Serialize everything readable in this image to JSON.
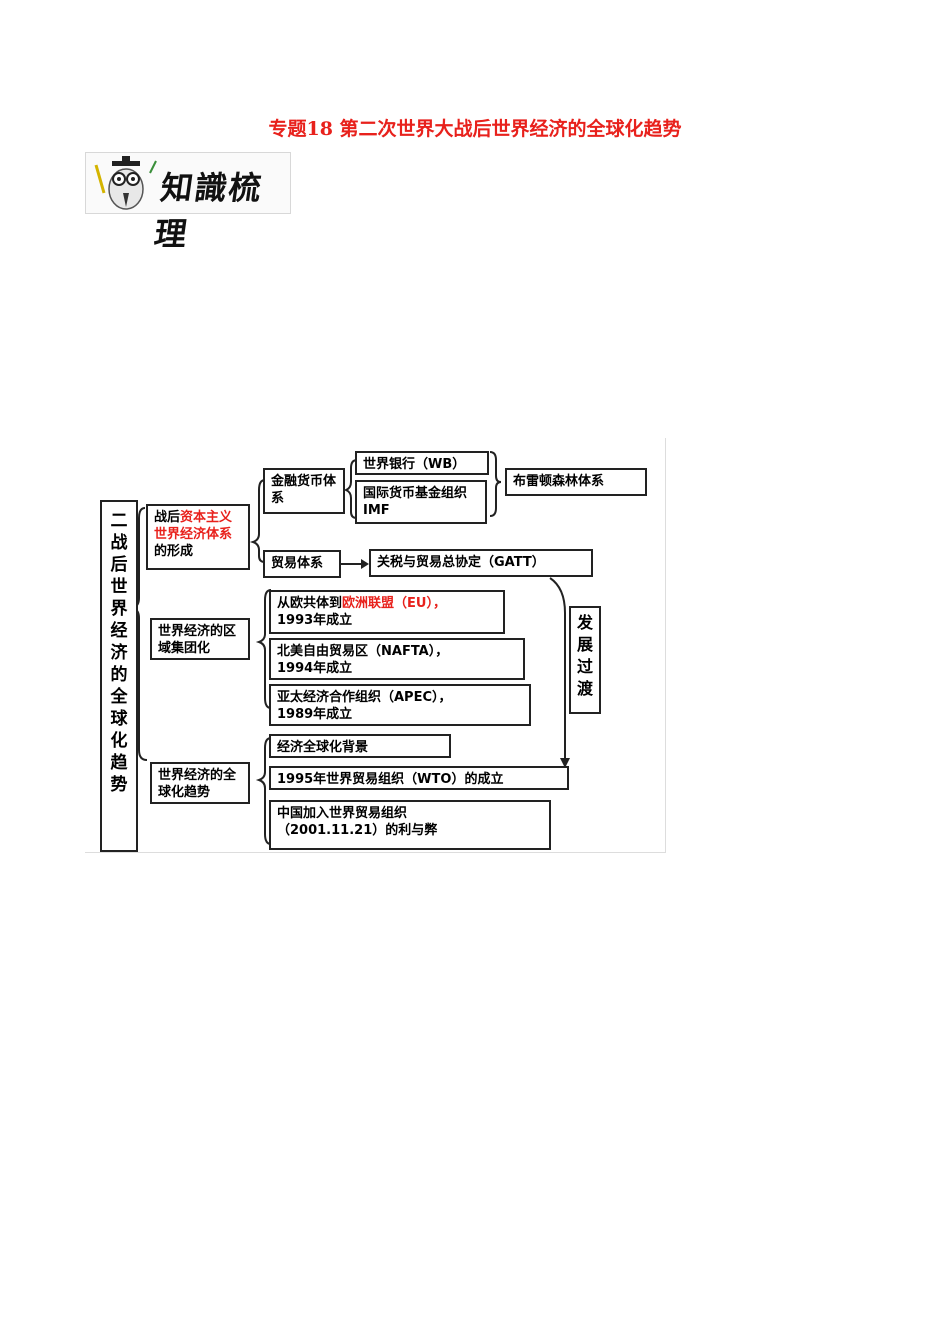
{
  "title": "专题18 第二次世界大战后世界经济的全球化趋势",
  "logo_text": "知識梳理",
  "diagram": {
    "root": "二战后世界经济的全球化趋势",
    "branch1": {
      "pre": "战后",
      "red": "资本主义世界经济体系",
      "post": "的形成"
    },
    "finance": "金融货币体系",
    "wb": "世界银行（WB）",
    "imf": "国际货币基金组织IMF",
    "bretton": "布雷顿森林体系",
    "trade": "贸易体系",
    "gatt": "关税与贸易总协定（GATT）",
    "branch2": "世界经济的区域集团化",
    "eu": {
      "pre": "从欧共体到",
      "red": "欧洲联盟",
      "post": "（EU），",
      "line2": "1993年成立"
    },
    "nafta": {
      "line1": "北美自由贸易区（NAFTA），",
      "line2": "1994年成立"
    },
    "apec": {
      "line1": "亚太经济合作组织（APEC），",
      "line2": "1989年成立"
    },
    "transition": "发展过渡",
    "branch3": "世界经济的全球化趋势",
    "background": "经济全球化背景",
    "wto": "1995年世界贸易组织（WTO）的成立",
    "china": {
      "line1": "中国加入世界贸易组织",
      "line2": "（2001.11.21）的利与弊"
    }
  }
}
